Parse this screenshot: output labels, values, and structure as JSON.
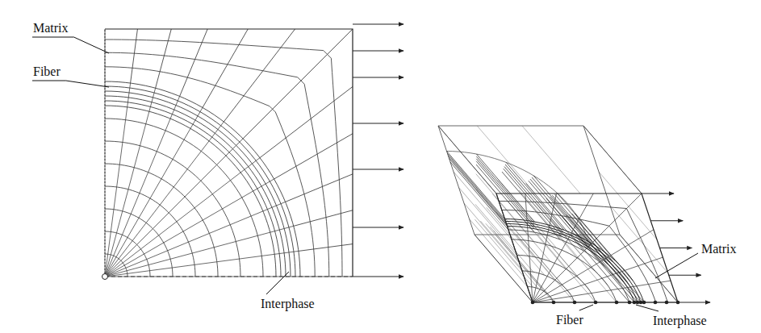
{
  "diagram": {
    "labels": [
      "Matrix",
      "Fiber",
      "Interphase",
      "Matrix",
      "Fiber",
      "Interphase"
    ]
  }
}
